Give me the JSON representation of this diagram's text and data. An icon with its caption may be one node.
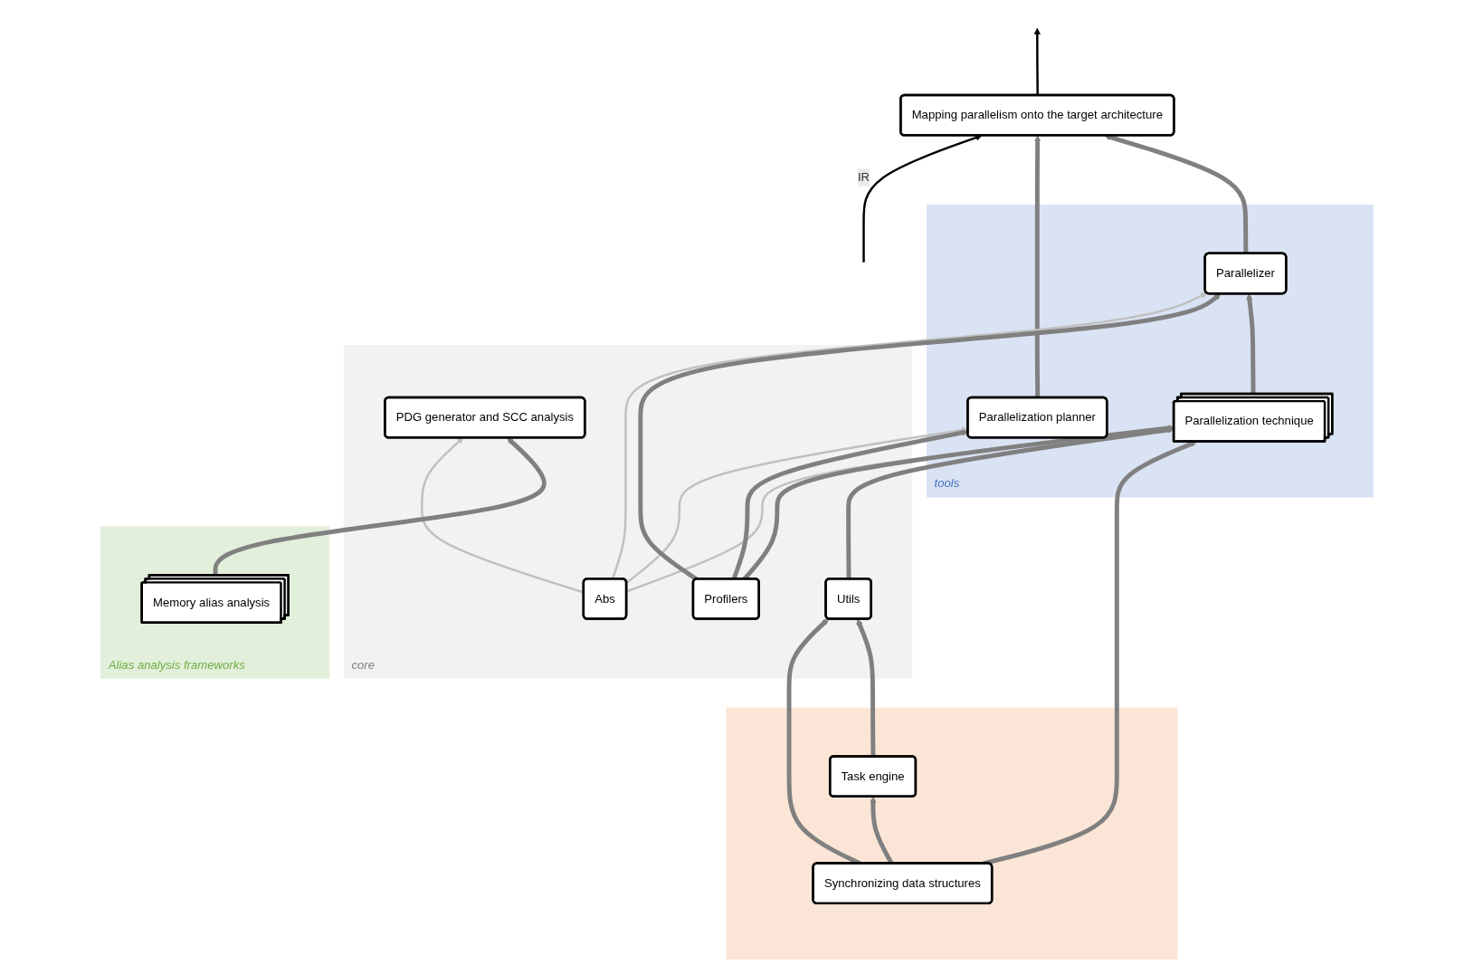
{
  "diagram": {
    "nodes": [
      {
        "text": [
          "Mapping parallelism onto the target architecture"
        ]
      },
      {
        "text": [
          "tools"
        ]
      },
      {
        "text": [
          "Parallelization planner"
        ],
        "in": 1
      },
      {
        "text": [
          "Parallelizer"
        ],
        "in": 1
      },
      {
        "text": [
          "Parallelization technique"
        ],
        "in": 1
      },
      {
        "text": [
          "core"
        ]
      },
      {
        "text": [
          "Abs"
        ],
        "in": 5
      },
      {
        "text": [
          "PDG generator and SCC analysis"
        ],
        "in": 5
      },
      {
        "text": [
          "Profilers"
        ],
        "in": 5
      },
      {
        "text": [
          "Utils"
        ],
        "in": 5
      },
      {
        "text": [
          "Alias analysis frameworks"
        ]
      },
      {
        "text": [
          "Memory alias analysis"
        ],
        "in": 10
      },
      {
        "text": [],
        "shape": "box"
      },
      {
        "text": [
          "Synchronizing data structures"
        ],
        "in": 12
      },
      {
        "text": [
          "Task engine"
        ],
        "in": 12
      }
    ],
    "edges": [
      {
        "from": null,
        "to": 0,
        "arrow": "to",
        "label": "IR",
        "color": "#000000"
      },
      {
        "from": 0,
        "to": null,
        "arrow": "to",
        "color": "#000000"
      },
      {
        "from": 2,
        "to": 0,
        "arrow": "to"
      },
      {
        "from": 3,
        "to": 0,
        "arrow": "to"
      },
      {
        "from": 6,
        "to": 2,
        "arrow": "to",
        "color": "#c0c0c0"
      },
      {
        "from": 6,
        "to": 3,
        "arrow": "to",
        "color": "#c0c0c0"
      },
      {
        "from": 6,
        "to": 4,
        "arrow": "to",
        "color": "#c0c0c0"
      },
      {
        "from": 6,
        "to": 7,
        "arrow": "to",
        "color": "#c0c0c0"
      },
      {
        "from": 8,
        "to": 2,
        "arrow": "to"
      },
      {
        "from": 8,
        "to": 3,
        "arrow": "to"
      },
      {
        "from": 8,
        "to": 4,
        "arrow": "to"
      },
      {
        "from": 4,
        "to": 3,
        "arrow": "to"
      },
      {
        "from": 9,
        "to": 4,
        "arrow": "to"
      },
      {
        "from": 13,
        "to": 4,
        "arrow": "to"
      },
      {
        "from": 13,
        "to": 9,
        "arrow": "to"
      },
      {
        "from": 14,
        "to": 9,
        "arrow": "to"
      },
      {
        "from": 13,
        "to": 14,
        "arrow": "to"
      },
      {
        "from": 11,
        "to": 7,
        "arrow": "to"
      }
    ]
  }
}
